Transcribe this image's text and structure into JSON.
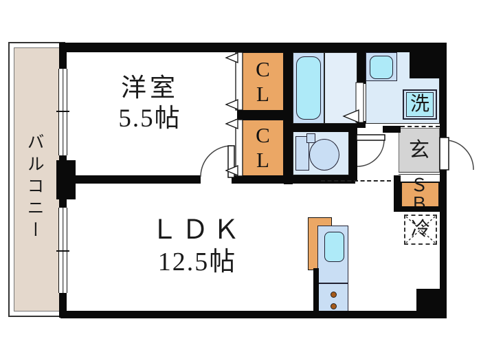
{
  "plan": {
    "type": "floor-plan",
    "labels": {
      "balcony": "バルコニー",
      "western_room_name": "洋室",
      "western_room_size": "5.5帖",
      "ldk_name": "ＬＤＫ",
      "ldk_size": "12.5帖",
      "closet_upper": "CL",
      "closet_lower": "CL",
      "laundry": "洗",
      "entrance": "玄",
      "shoe_box": "ＳＢ",
      "refrigerator": "冷"
    },
    "colors": {
      "wall": "#0a0a0a",
      "closet_orange": "#eba765",
      "balcony_beige": "#e4d8cc",
      "room_blue_light": "#dcebf8",
      "room_blue_mid": "#c9def4",
      "fixture_cyan": "#aeeaf8",
      "entrance_gray": "#d4d4d4",
      "burner_brown": "#a55a1a"
    }
  }
}
